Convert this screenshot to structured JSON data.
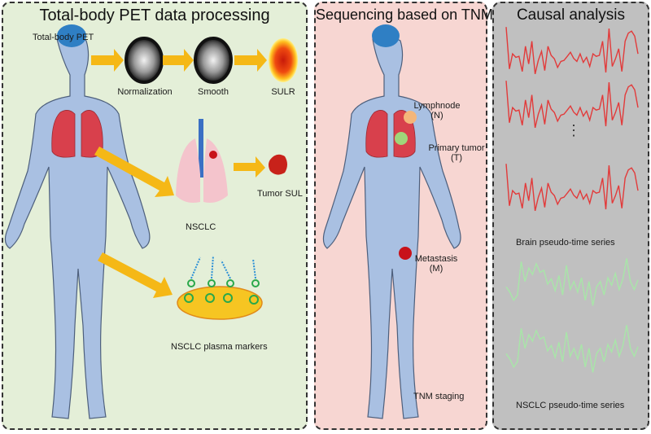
{
  "panels": {
    "left": {
      "title": "Total-body PET data processing",
      "labels": {
        "total_body_pet": "Total-body PET",
        "normalization": "Normalization",
        "smooth": "Smooth",
        "sulr": "SULR",
        "tumor_sul": "Tumor SUL",
        "nsclc": "NSCLC",
        "plasma_markers": "NSCLC plasma markers"
      }
    },
    "middle": {
      "title": "Sequencing based on TNM",
      "labels": {
        "lymphnode": "Lymphnode",
        "lymphnode_code": "(N)",
        "primary_tumor": "Primary tumor",
        "primary_tumor_code": "(T)",
        "metastasis": "Metastasis",
        "metastasis_code": "(M)",
        "tnm_staging": "TNM staging"
      }
    },
    "right": {
      "title": "Causal analysis",
      "labels": {
        "brain_series": "Brain pseudo-time series",
        "nsclc_series": "NSCLC pseudo-time series",
        "ellipsis": "⋮"
      }
    }
  },
  "colors": {
    "left_bg": "#e4efd8",
    "middle_bg": "#f7d6d2",
    "right_bg": "#c0c0c0",
    "body": "#a9c0e2",
    "body_outline": "#4d5f7c",
    "brain": "#2f7fc4",
    "lungs": "#d8404c",
    "arrow": "#f5b816",
    "lymphnode": "#f4b67a",
    "primary_tumor": "#9fd67a",
    "metastasis": "#c8121a",
    "brain_series": "#e23a3a",
    "nsclc_series": "#a8e6a8",
    "ellipse": "#f6c522",
    "marker_green": "#2aa84a",
    "marker_blue": "#2a8fd6"
  },
  "series": {
    "brain": [
      0.98,
      0.15,
      0.45,
      0.38,
      0.4,
      0.1,
      0.6,
      0.25,
      0.7,
      0.05,
      0.32,
      0.5,
      0.12,
      0.6,
      0.42,
      0.35,
      0.18,
      0.3,
      0.32,
      0.4,
      0.48,
      0.36,
      0.3,
      0.45,
      0.28,
      0.38,
      0.2,
      0.45,
      0.4,
      0.42,
      0.7,
      0.08,
      0.95,
      0.2,
      0.35,
      0.55,
      0.1,
      0.7,
      0.86,
      0.9,
      0.8,
      0.45
    ],
    "nsclc": [
      0.45,
      0.35,
      0.2,
      0.3,
      0.92,
      0.55,
      0.8,
      0.68,
      0.88,
      0.72,
      0.76,
      0.5,
      0.6,
      0.38,
      0.66,
      0.3,
      0.85,
      0.4,
      0.55,
      0.35,
      0.62,
      0.2,
      0.55,
      0.1,
      0.45,
      0.55,
      0.3,
      0.62,
      0.48,
      0.7,
      0.4,
      0.6,
      0.98,
      0.55,
      0.4,
      0.58
    ]
  }
}
